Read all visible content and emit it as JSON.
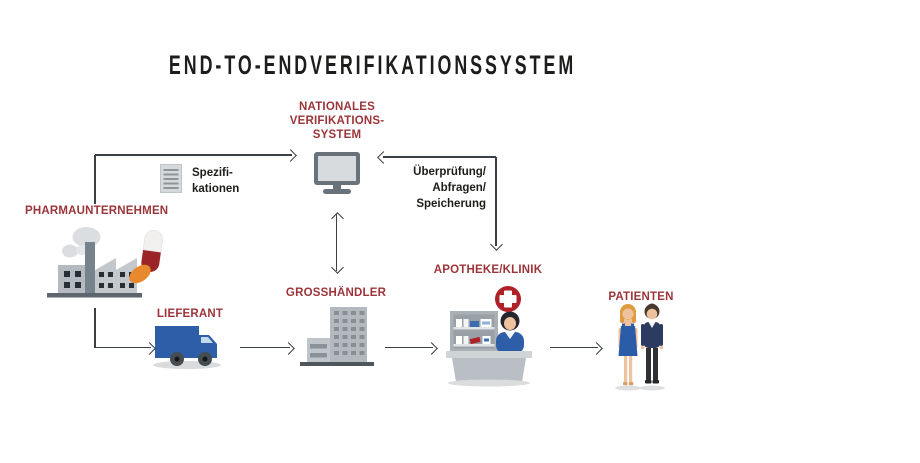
{
  "title": "END-TO-ENDVERIFIKATIONSSYSTEM",
  "colors": {
    "label_red": "#9B353A",
    "text_black": "#1D1D1B",
    "arrow_gray": "#3A4045",
    "icon_gray": "#B3B9BE",
    "dark_gray": "#68727A",
    "truck_blue": "#2D5EA7",
    "clothing_blue": "#2A5CA8",
    "cross_red": "#B02127",
    "pill_red": "#9B2428",
    "pill_orange": "#E8892D",
    "skin": "#EEC29D",
    "hair_orange": "#DE9C3F"
  },
  "nodes": {
    "national_system": {
      "lines": [
        "NATIONALES",
        "VERIFIKATIONS-",
        "SYSTEM"
      ],
      "icon": "monitor-icon"
    },
    "pharma": {
      "label": "PHARMAUNTERNEHMEN",
      "icon": "factory-icon"
    },
    "supplier": {
      "label": "LIEFERANT",
      "icon": "truck-icon"
    },
    "wholesaler": {
      "label": "GROSSHÄNDLER",
      "icon": "office-building-icon"
    },
    "pharmacy": {
      "label": "APOTHEKE/KLINIK",
      "icon": "pharmacy-counter-icon"
    },
    "patients": {
      "label": "PATIENTEN",
      "icon": "patients-icon"
    }
  },
  "edges": {
    "specifications": {
      "lines": [
        "Spezifi-",
        "kationen"
      ],
      "icon": "document-icon",
      "from": "pharma",
      "to": "national_system"
    },
    "verification": {
      "lines": [
        "Überprüfung/",
        "Abfragen/",
        "Speicherung"
      ],
      "between": [
        "pharmacy",
        "national_system"
      ],
      "bidirectional": true
    },
    "nvs_wholesaler": {
      "between": [
        "national_system",
        "wholesaler"
      ],
      "bidirectional": true
    },
    "flow": [
      "pharma",
      "supplier",
      "wholesaler",
      "pharmacy",
      "patients"
    ]
  },
  "icons": [
    "monitor-icon",
    "document-icon",
    "factory-icon",
    "smoke-icon",
    "pill-capsule-icon",
    "pill-tablet-icon",
    "truck-icon",
    "office-building-icon",
    "red-cross-icon",
    "pharmacist-icon",
    "pharmacy-shelf-icon",
    "woman-icon",
    "man-icon"
  ]
}
